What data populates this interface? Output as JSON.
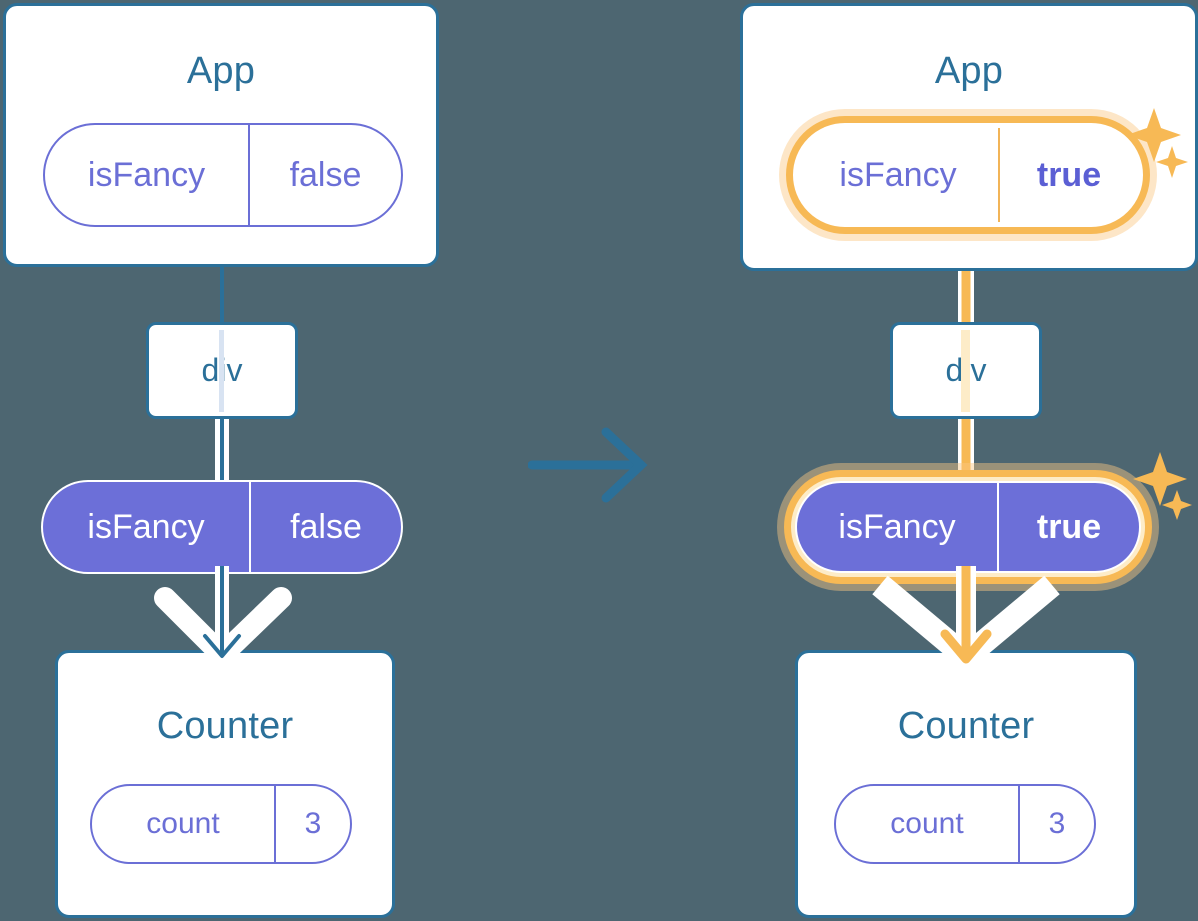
{
  "diagram": {
    "title": "React state lifting: isFancy toggled from false to true",
    "background_color": "#4d6671",
    "accent_blue": "#2b7099",
    "accent_purple": "#6c6fd8",
    "accent_amber": "#f7b955",
    "amber_glow": "#fdecc8"
  },
  "transition": {
    "icon": "right-arrow-icon",
    "color": "#2b7099"
  },
  "panels": [
    {
      "id": "before",
      "app": {
        "title": "App",
        "state": {
          "key": "isFancy",
          "value": "false",
          "bold_value": false,
          "highlighted": false
        }
      },
      "node": {
        "label": "div"
      },
      "prop": {
        "key": "isFancy",
        "value": "false",
        "bold_value": false,
        "highlighted": false
      },
      "counter": {
        "title": "Counter",
        "state": {
          "key": "count",
          "value": "3",
          "bold_value": false
        }
      },
      "sparkles": []
    },
    {
      "id": "after",
      "app": {
        "title": "App",
        "state": {
          "key": "isFancy",
          "value": "true",
          "bold_value": true,
          "highlighted": true
        }
      },
      "node": {
        "label": "div"
      },
      "prop": {
        "key": "isFancy",
        "value": "true",
        "bold_value": true,
        "highlighted": true
      },
      "counter": {
        "title": "Counter",
        "state": {
          "key": "count",
          "value": "3",
          "bold_value": false
        }
      },
      "sparkles": [
        {
          "name": "sparkle-icon-app-large"
        },
        {
          "name": "sparkle-icon-app-small"
        },
        {
          "name": "sparkle-icon-prop-large"
        },
        {
          "name": "sparkle-icon-prop-small"
        }
      ]
    }
  ]
}
